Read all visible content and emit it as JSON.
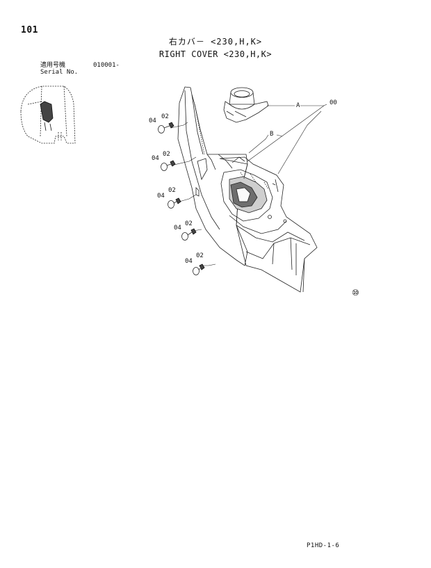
{
  "header": {
    "page_number": "101",
    "title_jp": "右カバ－ <230,H,K>",
    "title_en": "RIGHT COVER <230,H,K>"
  },
  "serial": {
    "label_jp": "適用号機",
    "value": "010001-",
    "label_en": "Serial No."
  },
  "callouts": {
    "assembly": "00",
    "part_a": "A",
    "part_b": "B",
    "screw": "02",
    "cap": "04",
    "mark": "⑩"
  },
  "footer": {
    "page_code": "P1HD-1-6"
  }
}
